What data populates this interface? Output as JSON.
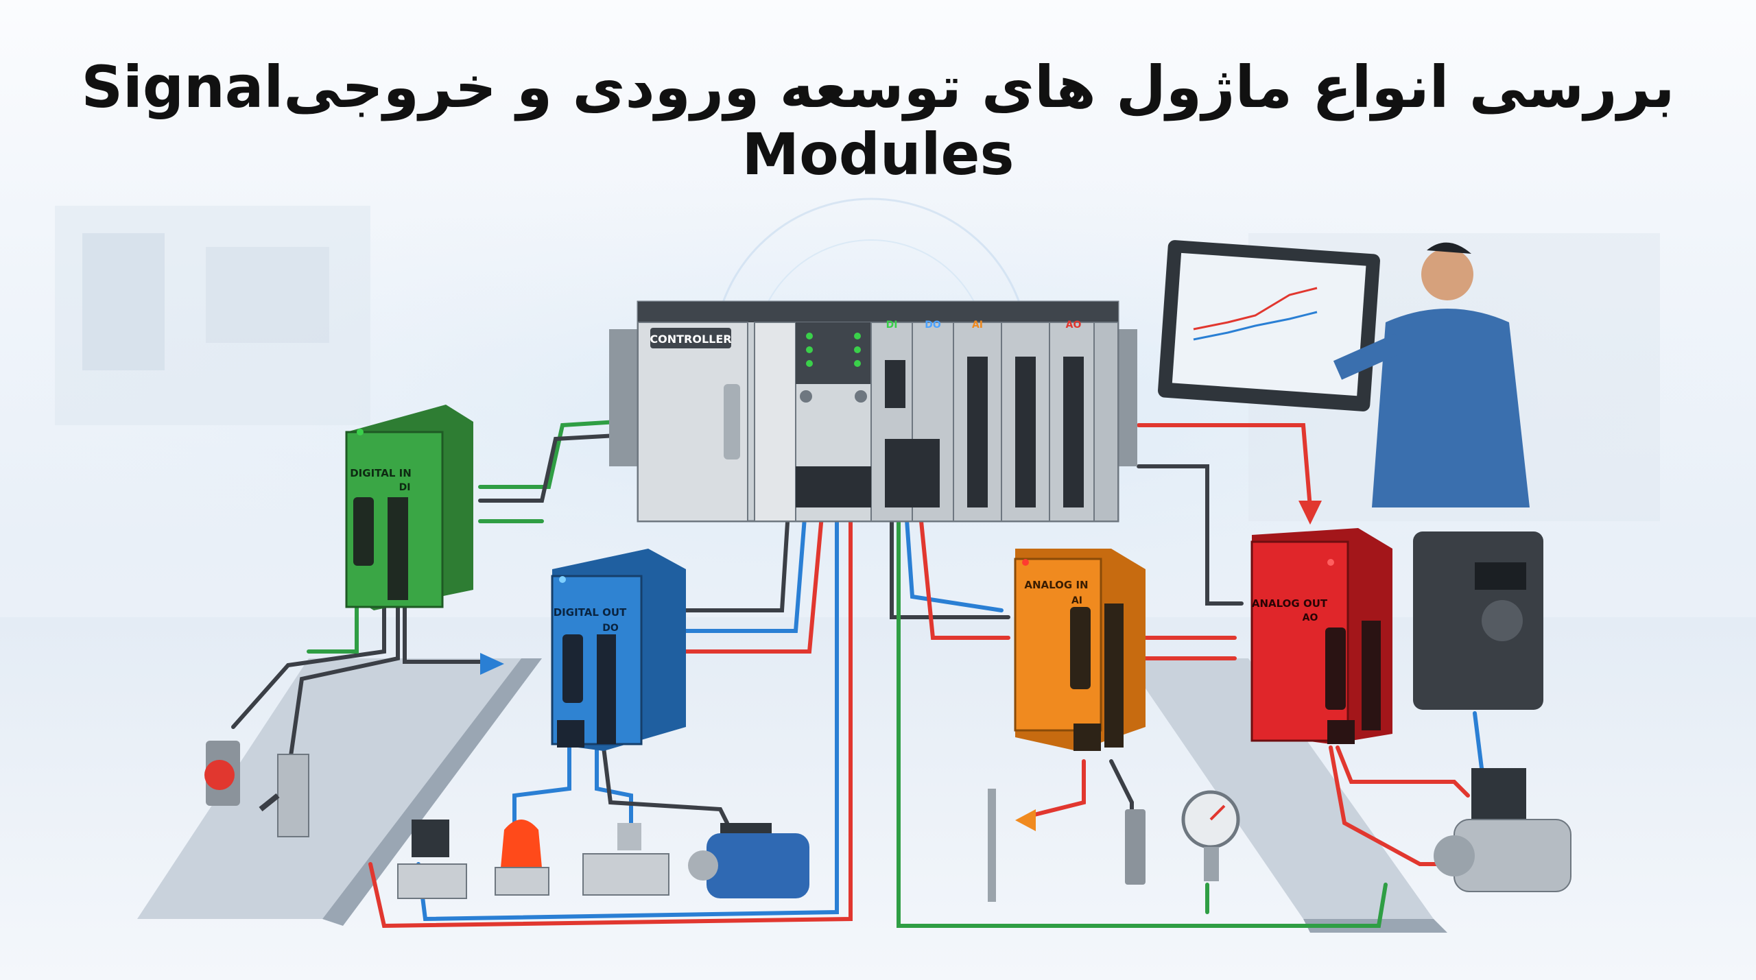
{
  "title": {
    "persian": "بررسی انواع ماژول های توسعه ورودی و خروجی",
    "english": "Signal Modules"
  },
  "controller": {
    "label": "CONTROLLER",
    "slot_labels": [
      "DI",
      "DO",
      "AI",
      "AO"
    ]
  },
  "modules": {
    "digital_in": {
      "title": "DIGITAL IN",
      "code": "DI"
    },
    "digital_out": {
      "title": "DIGITAL OUT",
      "code": "DO"
    },
    "analog_in": {
      "title": "ANALOG IN",
      "code": "AI"
    },
    "analog_out": {
      "title": "ANALOG OUT",
      "code": "AO"
    }
  },
  "colors": {
    "digital_in": "#3aa645",
    "digital_out": "#2f83d2",
    "analog_in": "#f08a1f",
    "analog_out": "#e0262a",
    "wire_red": "#e1372f",
    "wire_blue": "#2a7fd4",
    "wire_green": "#2f9e44",
    "wire_dark": "#3b3f46"
  },
  "devices": [
    "push-button",
    "limit-switch",
    "solenoid-valve",
    "warning-beacon",
    "valve",
    "electric-motor",
    "temperature-probe",
    "pressure-sensor",
    "pressure-gauge",
    "actuator-valve",
    "pump-motor",
    "variable-frequency-drive",
    "hmi-touchscreen",
    "operator"
  ]
}
